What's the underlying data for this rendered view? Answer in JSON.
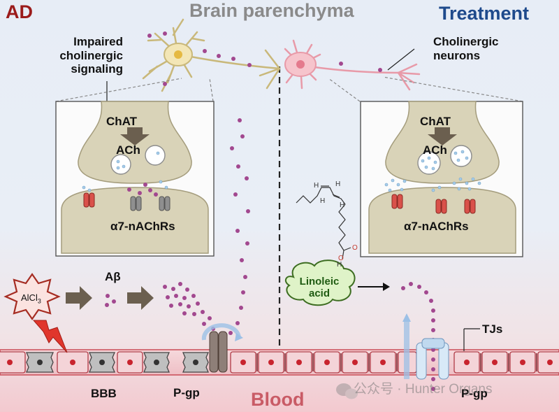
{
  "headings": {
    "ad": "AD",
    "brain": "Brain parenchyma",
    "treatment": "Treatment",
    "blood": "Blood"
  },
  "labels": {
    "impaired": "Impaired cholinergic signaling",
    "cholinergic_neurons": "Cholinergic neurons",
    "chat": "ChAT",
    "ach": "ACh",
    "receptor": "α7-nAChRs",
    "abeta": "Aβ",
    "alcl3_base": "AlCl",
    "alcl3_sub": "3",
    "linoleic": "Linoleic acid",
    "tjs": "TJs",
    "bbb": "BBB",
    "pgp": "P-gp"
  },
  "molecule_labels": {
    "oxygen": "O",
    "hydroxyl": "O",
    "hydrogen": "H"
  },
  "watermark": "公众号 · Hunter Organs",
  "colors": {
    "ad": "#9b1b1b",
    "treatment": "#1e4a8c",
    "blood": "#c95b66",
    "dots": "#a2488f",
    "linoleic": "#1f5b12",
    "vesicle": "#7fb2d8",
    "receptor": "#d9514a"
  }
}
